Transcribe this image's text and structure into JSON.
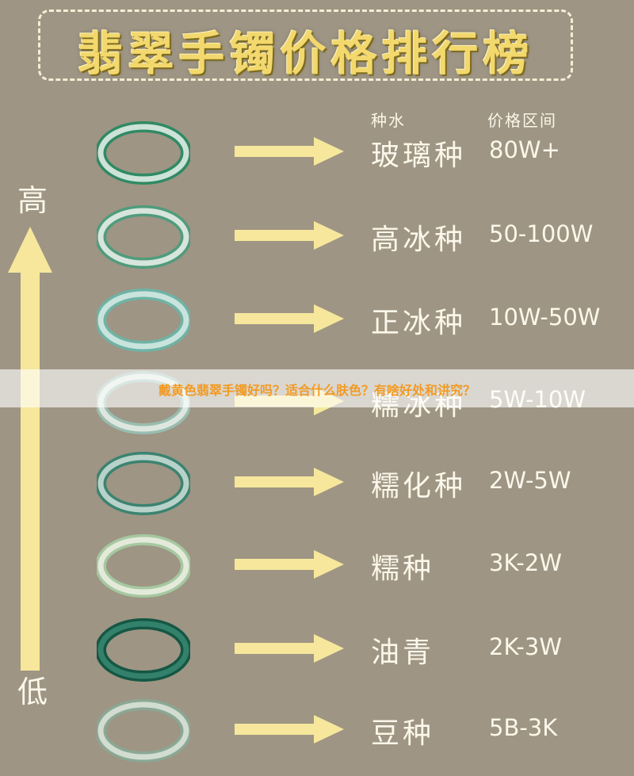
{
  "title": "翡翠手镯价格排行榜",
  "headers": {
    "type": "种水",
    "price": "价格区间"
  },
  "scale": {
    "high": "高",
    "low": "低"
  },
  "overlay_caption": "戴黄色翡翠手镯好吗？适合什么肤色？有啥好处和讲究？",
  "colors": {
    "background": "#9e9584",
    "arrow": "#f6e79c",
    "title": "#f2d86d",
    "caption": "#f29a23",
    "text": "#fbf7ea"
  },
  "grades": [
    {
      "type": "玻璃种",
      "price": "80W+",
      "jade": [
        "#e9f1ec",
        "#2f8a63"
      ]
    },
    {
      "type": "高冰种",
      "price": "50-100W",
      "jade": [
        "#eef2ee",
        "#4f9c7c"
      ]
    },
    {
      "type": "正冰种",
      "price": "10W-50W",
      "jade": [
        "#d8ece6",
        "#6fb3a5"
      ]
    },
    {
      "type": "糯冰种",
      "price": "5W-10W",
      "jade": [
        "#e9ede8",
        "#99bdb0"
      ]
    },
    {
      "type": "糯化种",
      "price": "2W-5W",
      "jade": [
        "#cfe0d9",
        "#3b8370"
      ]
    },
    {
      "type": "糯种",
      "price": "3K-2W",
      "jade": [
        "#eef0e4",
        "#a5c8a0"
      ]
    },
    {
      "type": "油青",
      "price": "2K-3W",
      "jade": [
        "#3a8872",
        "#145744"
      ]
    },
    {
      "type": "豆种",
      "price": "5B-3K",
      "jade": [
        "#dfe5dc",
        "#8aa894"
      ]
    }
  ]
}
